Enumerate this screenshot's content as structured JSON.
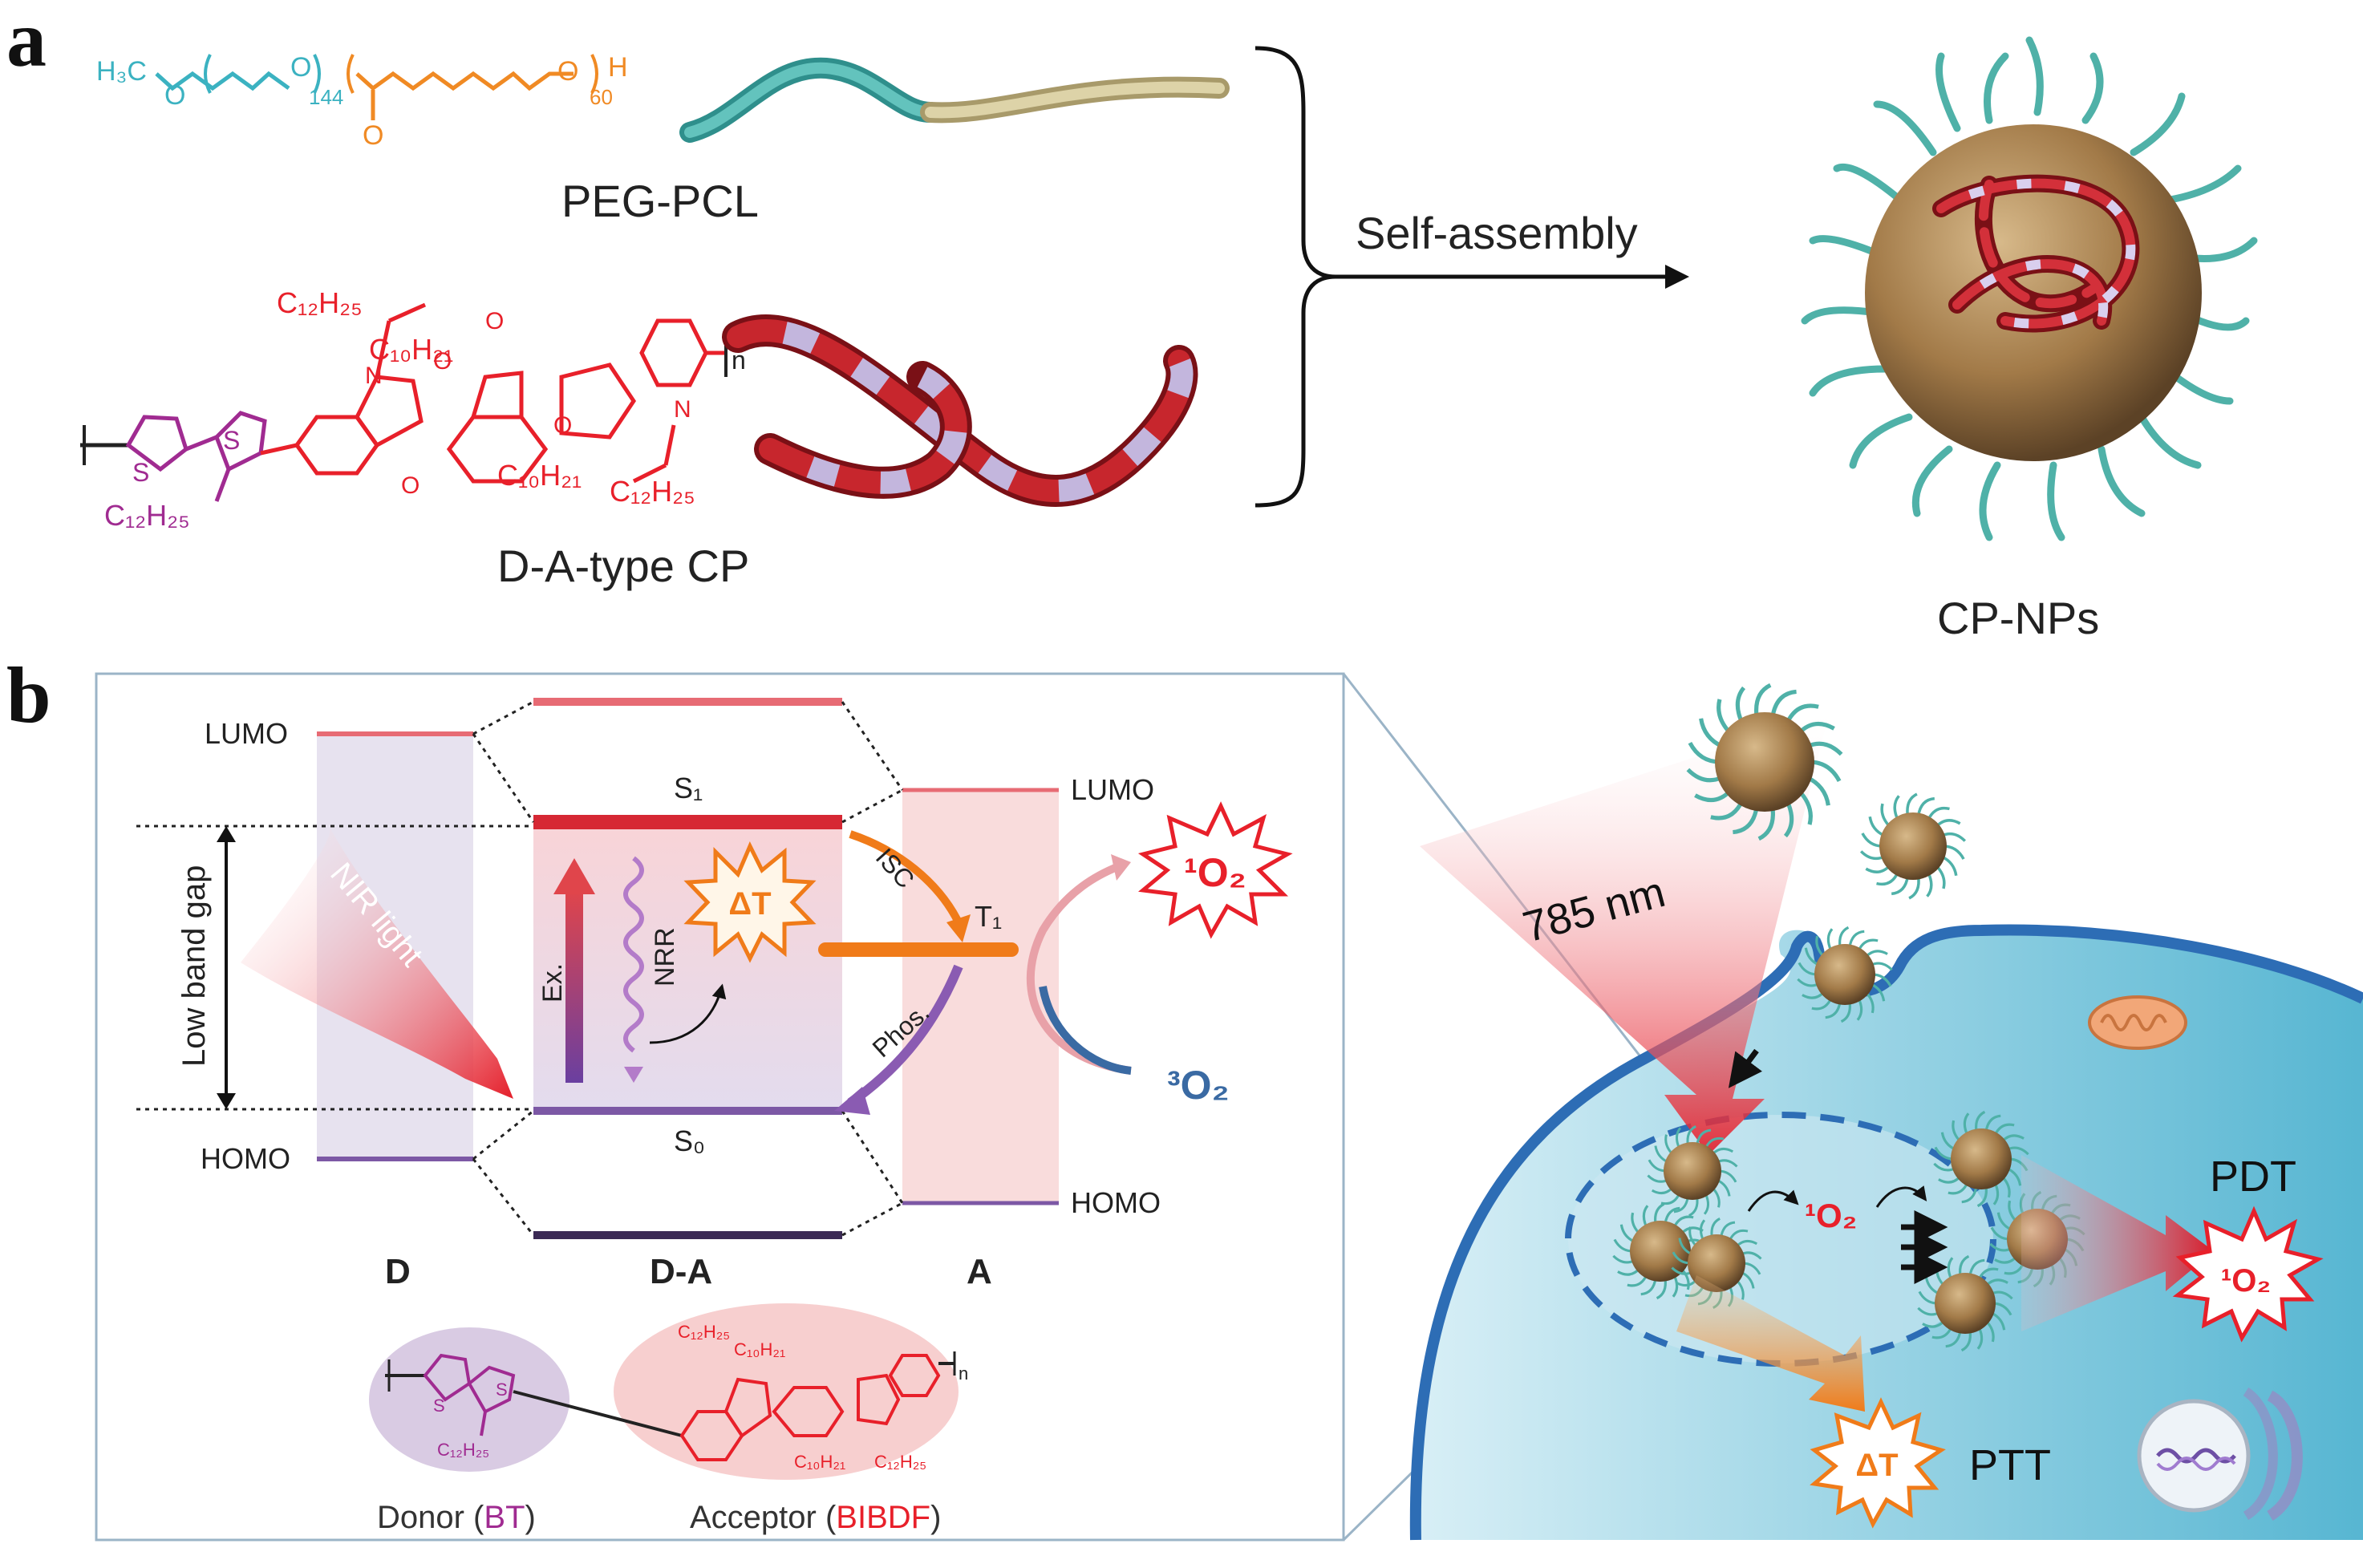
{
  "panel_a": {
    "letter": "a",
    "peg_pcl_label": "PEG-PCL",
    "cp_label": "D-A-type CP",
    "arrow_label": "Self-assembly",
    "product_label": "CP-NPs",
    "peg_formula": {
      "h3c": "H₃C",
      "o": "O",
      "o2": "O",
      "n144": "144",
      "n60": "60",
      "h": "H",
      "carbonyl_o": "O"
    },
    "cp_formula": {
      "c12h25_top": "C₁₂H₂₅",
      "c10h21_top": "C₁₀H₂₁",
      "c10h21_bottom": "C₁₀H₂₁",
      "c12h25_bottom": "C₁₂H₂₅",
      "c12h25_thiophene": "C₁₂H₂₅",
      "n": "n",
      "s": "S",
      "n_atom": "N",
      "o_atom": "O"
    },
    "colors": {
      "peg": "#3bb2c1",
      "pcl": "#f08a24",
      "acceptor": "#e8202a",
      "donor": "#a02b91"
    }
  },
  "panel_b": {
    "letter": "b",
    "lumo": "LUMO",
    "homo": "HOMO",
    "lumo_right": "LUMO",
    "homo_right": "HOMO",
    "s1": "S₁",
    "s0": "S₀",
    "t1": "T₁",
    "low_band_gap": "Low band gap",
    "nir_light": "NIR light",
    "ex": "Ex.",
    "nrr": "NRR",
    "isc": "ISC",
    "phos": "Phos.",
    "delta_t": "ΔT",
    "singlet_o2": "¹O₂",
    "triplet_o2": "³O₂",
    "d": "D",
    "da": "D-A",
    "a": "A",
    "donor_prefix": "Donor (",
    "donor_name": "BT",
    "acceptor_prefix": "Acceptor (",
    "acceptor_name": "BIBDF",
    "suffix": ")",
    "wavelength": "785 nm",
    "pdt": "PDT",
    "ptt": "PTT",
    "small_chem": {
      "c12h25": "C₁₂H₂₅",
      "c10h21": "C₁₀H₂₁",
      "s": "S",
      "n": "n"
    }
  }
}
